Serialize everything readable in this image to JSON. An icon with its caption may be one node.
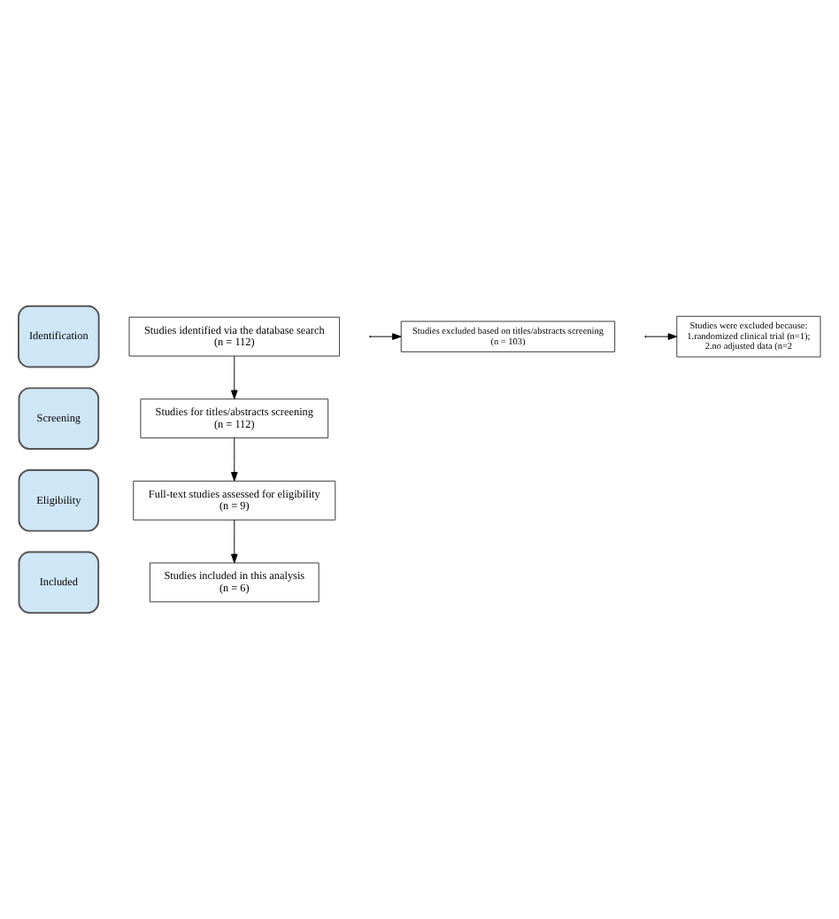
{
  "diagram": {
    "nodes": [
      {
        "text": [
          "Identification"
        ]
      },
      {
        "text": [
          "Studies identified via the database search",
          "(n = 112)"
        ]
      },
      {
        "text": [
          "Screening"
        ]
      },
      {
        "text": [
          "Studies for titles/abstracts screening",
          "(n = 112)"
        ]
      },
      {
        "text": [
          "Studies excluded based on titles/abstracts screening",
          "(n = 103)"
        ]
      },
      {
        "text": [
          "Eligibility"
        ]
      },
      {
        "text": [
          "Full-text studies assessed for eligibility",
          "(n = 9)"
        ]
      },
      {
        "text": [
          "Studies were excluded because:",
          "1.randomized clinical trial (n=1);",
          "2.no adjusted data (n=2"
        ]
      },
      {
        "text": [
          "Included"
        ]
      },
      {
        "text": [
          "Studies included in this analysis",
          "(n = 6)"
        ]
      }
    ],
    "edges": [
      {
        "from": 1,
        "to": 3,
        "arrow": "to"
      },
      {
        "from": 3,
        "to": 6,
        "arrow": "to"
      },
      {
        "from": null,
        "to": 4,
        "arrow": "to"
      },
      {
        "from": 6,
        "to": 9,
        "arrow": "to"
      },
      {
        "from": null,
        "to": 7,
        "arrow": "to"
      }
    ]
  }
}
